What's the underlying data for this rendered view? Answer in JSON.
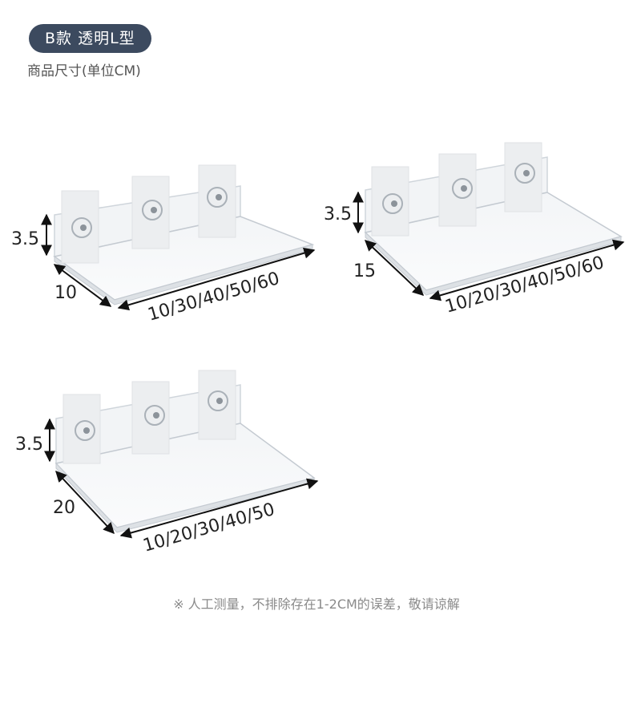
{
  "header": {
    "badge": "B款 透明L型",
    "subtitle": "商品尺寸(单位CM)"
  },
  "shelves": [
    {
      "height_label": "3.5",
      "depth_label": "10",
      "length_label": "10/30/40/50/60"
    },
    {
      "height_label": "3.5",
      "depth_label": "15",
      "length_label": "10/20/30/40/50/60"
    },
    {
      "height_label": "3.5",
      "depth_label": "20",
      "length_label": "10/20/30/40/50"
    }
  ],
  "footer": {
    "note": "※ 人工测量，不排除存在1-2CM的误差，敬请谅解"
  },
  "colors": {
    "badge_bg": "#3c4a5f",
    "acrylic_edge": "#c9cfd6",
    "dimension_line": "#111111"
  }
}
